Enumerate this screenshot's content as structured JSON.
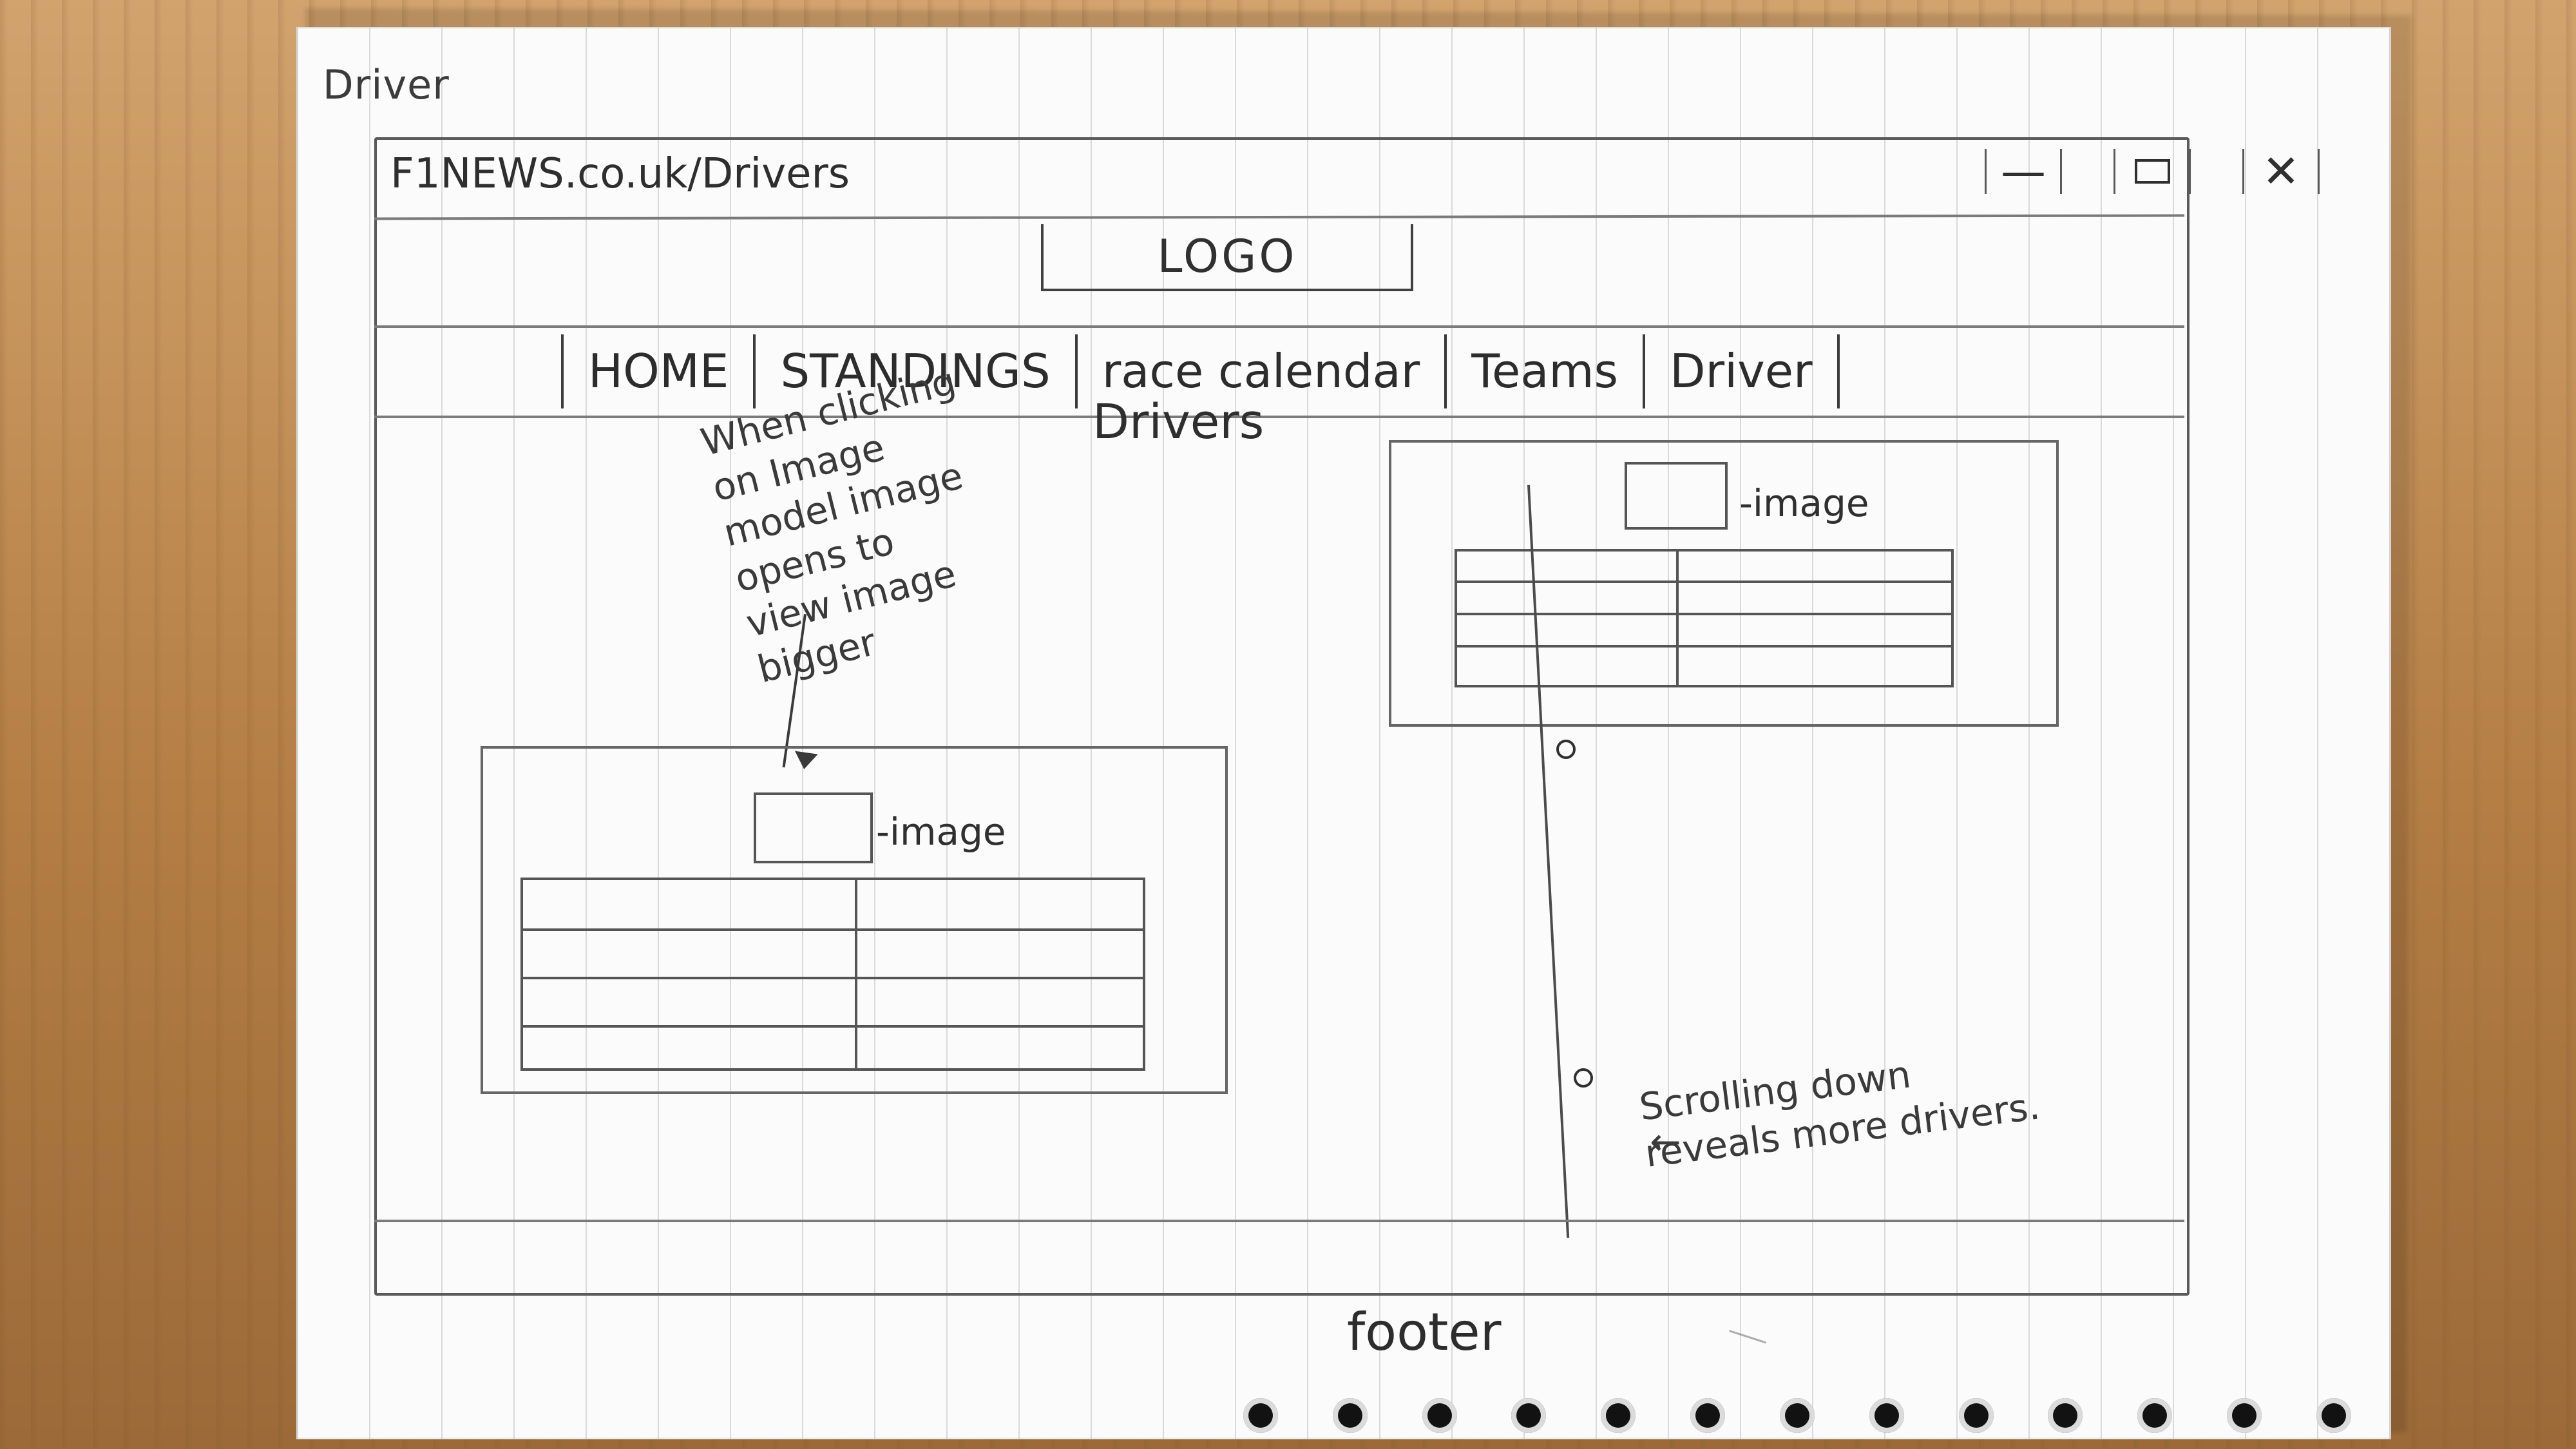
{
  "sheet": {
    "top_label": "Driver",
    "address_text": "F1NEWS.co.uk/Drivers",
    "window_controls": {
      "minimize": "—",
      "close": "✕"
    },
    "logo_text": "LOGO",
    "nav_items": [
      "HOME",
      "STANDINGS",
      "race calendar",
      "Teams",
      "Driver"
    ],
    "page_heading": "Drivers",
    "card_left": {
      "image_label": "-image"
    },
    "card_right": {
      "image_label": "-image"
    },
    "annotation_top": "When clicking\non Image\nmodel image\nopens to\nview image\nbigger",
    "annotation_bottom_arrow": "←",
    "annotation_bottom": "Scrolling down\nreveals more drivers.",
    "footer_text": "footer"
  }
}
